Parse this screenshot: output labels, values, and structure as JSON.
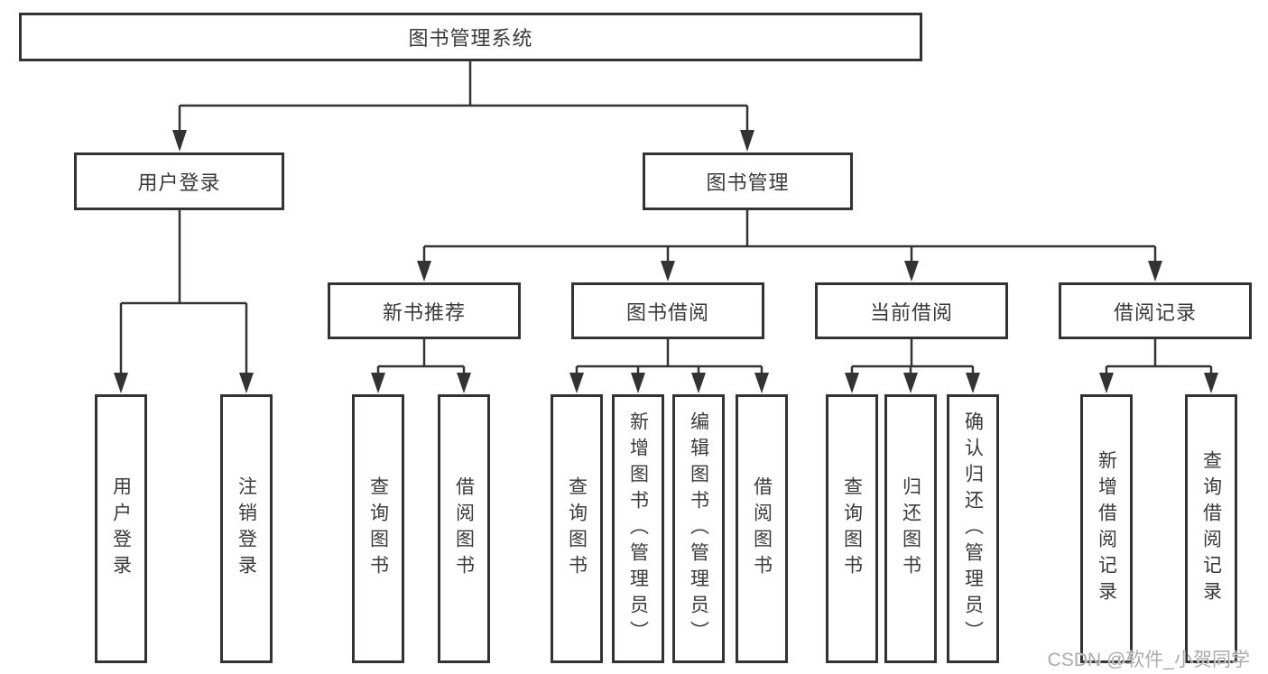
{
  "diagram": {
    "root": {
      "label": "图书管理系统"
    },
    "level2": [
      {
        "label": "用户登录"
      },
      {
        "label": "图书管理"
      }
    ],
    "level3": [
      {
        "label": "新书推荐",
        "parent": "图书管理"
      },
      {
        "label": "图书借阅",
        "parent": "图书管理"
      },
      {
        "label": "当前借阅",
        "parent": "图书管理"
      },
      {
        "label": "借阅记录",
        "parent": "图书管理"
      }
    ],
    "leaves": [
      {
        "label": "用户登录",
        "parent": "用户登录"
      },
      {
        "label": "注销登录",
        "parent": "用户登录"
      },
      {
        "label": "查询图书",
        "parent": "新书推荐"
      },
      {
        "label": "借阅图书",
        "parent": "新书推荐"
      },
      {
        "label": "查询图书",
        "parent": "图书借阅"
      },
      {
        "label": "新增图书（管理员）",
        "parent": "图书借阅"
      },
      {
        "label": "编辑图书（管理员）",
        "parent": "图书借阅"
      },
      {
        "label": "借阅图书",
        "parent": "图书借阅"
      },
      {
        "label": "查询图书",
        "parent": "当前借阅"
      },
      {
        "label": "归还图书",
        "parent": "当前借阅"
      },
      {
        "label": "确认归还（管理员）",
        "parent": "当前借阅"
      },
      {
        "label": "新增借阅记录",
        "parent": "借阅记录"
      },
      {
        "label": "查询借阅记录",
        "parent": "借阅记录"
      }
    ]
  },
  "watermark": {
    "text": "CSDN @软件_小贺同学"
  },
  "colors": {
    "line": "#333333",
    "text": "#3a3a3a",
    "watermark": "#ababab",
    "background": "#ffffff"
  }
}
